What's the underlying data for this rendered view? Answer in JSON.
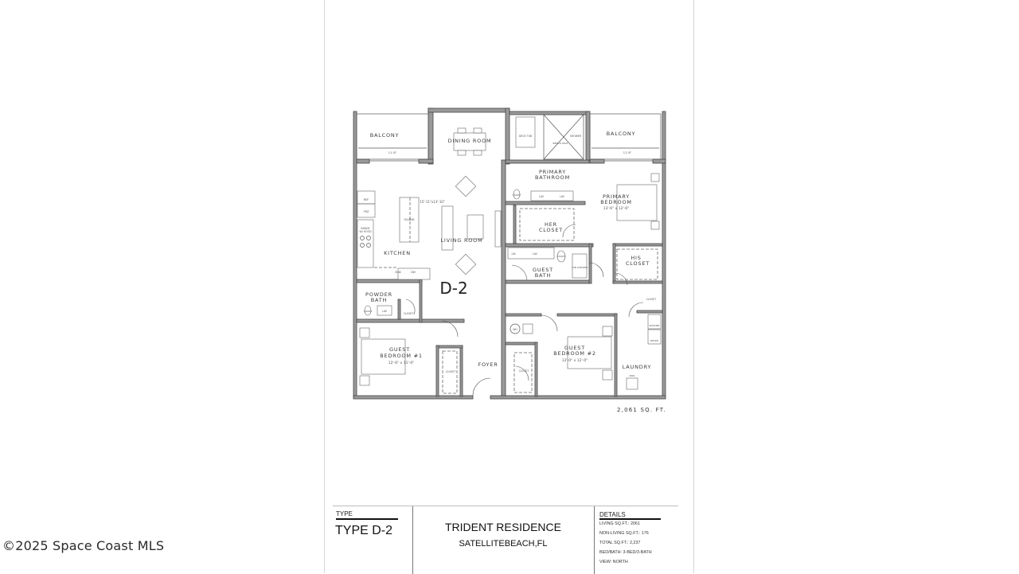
{
  "floor_plan": {
    "unit_label": "D-2",
    "total_area_label": "2,061 SQ. FT.",
    "rooms": {
      "balcony_left": {
        "label": "BALCONY",
        "dim_width": "11'-8\"",
        "dim_depth": "5'-2\""
      },
      "dining_room": {
        "label": "DINING ROOM"
      },
      "living_room": {
        "label": "LIVING ROOM",
        "dimension": "15'-11\"x13'-10\""
      },
      "kitchen": {
        "label": "KITCHEN"
      },
      "powder_bath": {
        "label_line1": "POWDER",
        "label_line2": "BATH"
      },
      "guest_bedroom_1": {
        "label_line1": "GUEST",
        "label_line2": "BEDROOM #1",
        "dimension": "12'-6\" x 11'-0\""
      },
      "foyer": {
        "label": "FOYER"
      },
      "primary_bathroom": {
        "label_line1": "PRIMARY",
        "label_line2": "BATHROOM"
      },
      "balcony_right": {
        "label": "BALCONY",
        "dim_width": "11'-8\"",
        "dim_depth": "5'-2\""
      },
      "primary_bedroom": {
        "label_line1": "PRIMARY",
        "label_line2": "BEDROOM",
        "dimension": "13'-6\" x 12'-6\""
      },
      "her_closet": {
        "label_line1": "HER",
        "label_line2": "CLOSET"
      },
      "his_closet": {
        "label_line1": "HIS",
        "label_line2": "CLOSET"
      },
      "guest_bath": {
        "label_line1": "GUEST",
        "label_line2": "BATH"
      },
      "guest_bedroom_2": {
        "label_line1": "GUEST",
        "label_line2": "BEDROOM #2",
        "dimension": "12'-0\" x 12'-0\""
      },
      "laundry": {
        "label": "LAUNDRY"
      }
    },
    "fixtures": {
      "ref": "REF",
      "frz": "FRZ",
      "range": "RANGE",
      "hood": "W/ HOOD",
      "island": "ISLAND",
      "dw": "DW",
      "sink": "SINK",
      "toilet": "TOILET",
      "lav": "LAV",
      "closet": "CLOSET",
      "deck_tub": "DECK TUB",
      "shower": "SHOWER",
      "bench_seat": "BENCH SEAT",
      "lin": "LIN",
      "tub_shower": "TUB SHOWER",
      "wh": "WH",
      "washer": "WASHER",
      "dryer": "DRYER"
    }
  },
  "title_block": {
    "type_label": "TYPE",
    "type_value": "TYPE D-2",
    "project_name": "TRIDENT RESIDENCE",
    "location": "SATELLITEBEACH,FL",
    "details_label": "DETAILS",
    "details": [
      "LIVING SQ.FT.: 2061",
      "NON-LIVING SQ.FT.: 176",
      "TOTAL SQ.FT.: 2,237",
      "BED/BATH: 3-BED/3-BATH",
      "VIEW: NORTH"
    ]
  },
  "watermark": "©2025 Space Coast MLS"
}
